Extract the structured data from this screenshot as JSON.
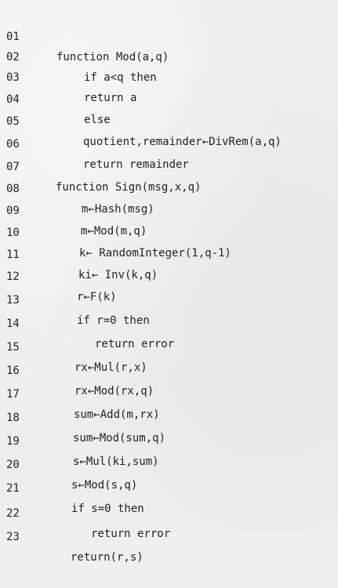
{
  "code": {
    "lines": [
      {
        "no": "01",
        "text": "function Mod(a,q)"
      },
      {
        "no": "02",
        "text": "if a<q then"
      },
      {
        "no": "03",
        "text": "return a"
      },
      {
        "no": "04",
        "text": "else"
      },
      {
        "no": "05",
        "text": "quotient,remainder←DivRem(a,q)"
      },
      {
        "no": "06",
        "text": "return remainder"
      },
      {
        "no": "07",
        "text": "function Sign(msg,x,q)"
      },
      {
        "no": "08",
        "text": "m←Hash(msg)"
      },
      {
        "no": "09",
        "text": "m←Mod(m,q)"
      },
      {
        "no": "10",
        "text": "k← RandomInteger(1,q-1)"
      },
      {
        "no": "11",
        "text": "ki← Inv(k,q)"
      },
      {
        "no": "12",
        "text": "r←F(k)"
      },
      {
        "no": "13",
        "text": "if r=0 then"
      },
      {
        "no": "14",
        "text": "return error"
      },
      {
        "no": "15",
        "text": "rx←Mul(r,x)"
      },
      {
        "no": "16",
        "text": "rx←Mod(rx,q)"
      },
      {
        "no": "17",
        "text": "sum←Add(m,rx)"
      },
      {
        "no": "18",
        "text": "sum←Mod(sum,q)"
      },
      {
        "no": "19",
        "text": "s←Mul(ki,sum)"
      },
      {
        "no": "20",
        "text": "s←Mod(s,q)"
      },
      {
        "no": "21",
        "text": "if s=0 then"
      },
      {
        "no": "22",
        "text": "return error"
      },
      {
        "no": "23",
        "text": "return(r,s)"
      }
    ]
  }
}
